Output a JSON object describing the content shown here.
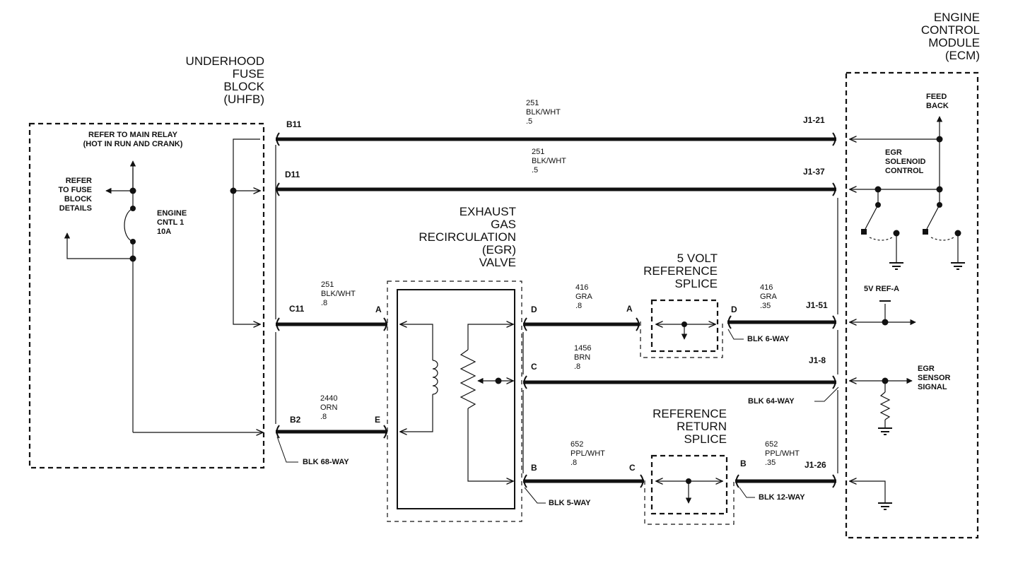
{
  "components": {
    "uhfb": "UNDERHOOD\nFUSE\nBLOCK\n(UHFB)",
    "ecm": "ENGINE\nCONTROL\nMODULE\n(ECM)",
    "egr_valve": "EXHAUST\nGAS\nRECIRCULATION\n(EGR)\nVALVE",
    "ref5v_splice": "5 VOLT\nREFERENCE\nSPLICE",
    "refret_splice": "REFERENCE\nRETURN\nSPLICE"
  },
  "fuse_block": {
    "main_relay": "REFER TO MAIN RELAY\n(HOT IN RUN AND CRANK)",
    "fuse_details": "REFER\nTO FUSE\nBLOCK\nDETAILS",
    "fuse": "ENGINE\nCNTL 1\n10A"
  },
  "ecm_labels": {
    "feedback": "FEED\nBACK",
    "solenoid": "EGR\nSOLENOID\nCONTROL",
    "ref_a": "5V REF-A",
    "sensor": "EGR\nSENSOR\nSIGNAL"
  },
  "pins": {
    "b11": "B11",
    "d11": "D11",
    "c11": "C11",
    "b2": "B2",
    "j1_21": "J1-21",
    "j1_37": "J1-37",
    "j1_51": "J1-51",
    "j1_8": "J1-8",
    "j1_26": "J1-26",
    "valve_a": "A",
    "valve_e": "E",
    "valve_d": "D",
    "valve_c": "C",
    "valve_b": "B",
    "s5_a": "A",
    "s5_d": "D",
    "sr_c": "C",
    "sr_b": "B"
  },
  "wires": {
    "w1": "251\nBLK/WHT\n.5",
    "w2": "251\nBLK/WHT\n.5",
    "w3": "251\nBLK/WHT\n.8",
    "w4": "2440\nORN\n.8",
    "w5": "416\nGRA\n.8",
    "w6": "416\nGRA\n.35",
    "w7": "1456\nBRN\n.8",
    "w8": "652\nPPL/WHT\n.8",
    "w9": "652\nPPL/WHT\n.35"
  },
  "connectors": {
    "blk68": "BLK 68-WAY",
    "blk6": "BLK 6-WAY",
    "blk64": "BLK 64-WAY",
    "blk5": "BLK 5-WAY",
    "blk12": "BLK 12-WAY"
  }
}
